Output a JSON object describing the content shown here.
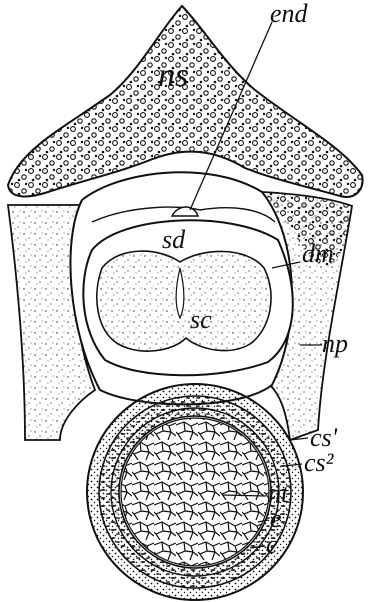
{
  "figure": {
    "labels": {
      "ns": "ns",
      "end": "end",
      "sd": "sd",
      "dm": "dm",
      "sc": "sc",
      "np": "np",
      "cs1": "cs'",
      "cs2": "cs²",
      "nt": "nt",
      "e": "e",
      "c": "c"
    },
    "colors": {
      "ink": "#111111",
      "paper": "#ffffff"
    }
  }
}
